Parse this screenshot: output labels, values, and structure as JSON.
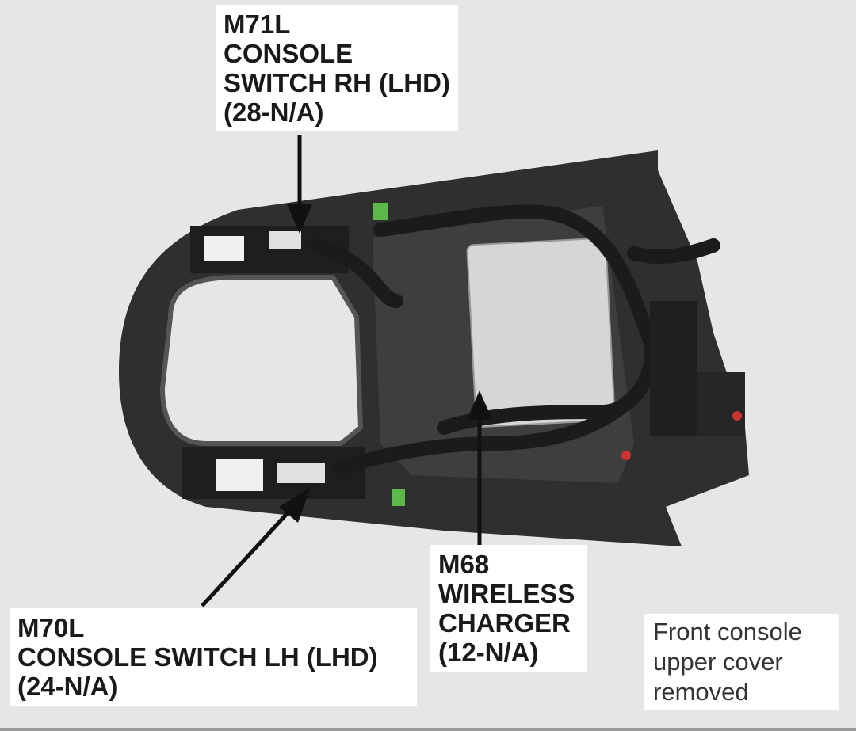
{
  "labels": {
    "m71l": {
      "lines": [
        "M71L",
        "CONSOLE",
        "SWITCH RH (LHD)",
        "(28-N/A)"
      ]
    },
    "m70l": {
      "lines": [
        "M70L",
        "CONSOLE SWITCH LH (LHD)",
        "(24-N/A)"
      ]
    },
    "m68": {
      "lines": [
        "M68",
        "WIRELESS",
        "CHARGER",
        "(12-N/A)"
      ]
    }
  },
  "note": {
    "lines": [
      "Front console",
      "upper cover",
      "removed"
    ]
  },
  "colors": {
    "background": "#e6e6e6",
    "console": "#2b2b2b",
    "charger": "#d8d8d8",
    "connector_green": "#5cb84a"
  }
}
